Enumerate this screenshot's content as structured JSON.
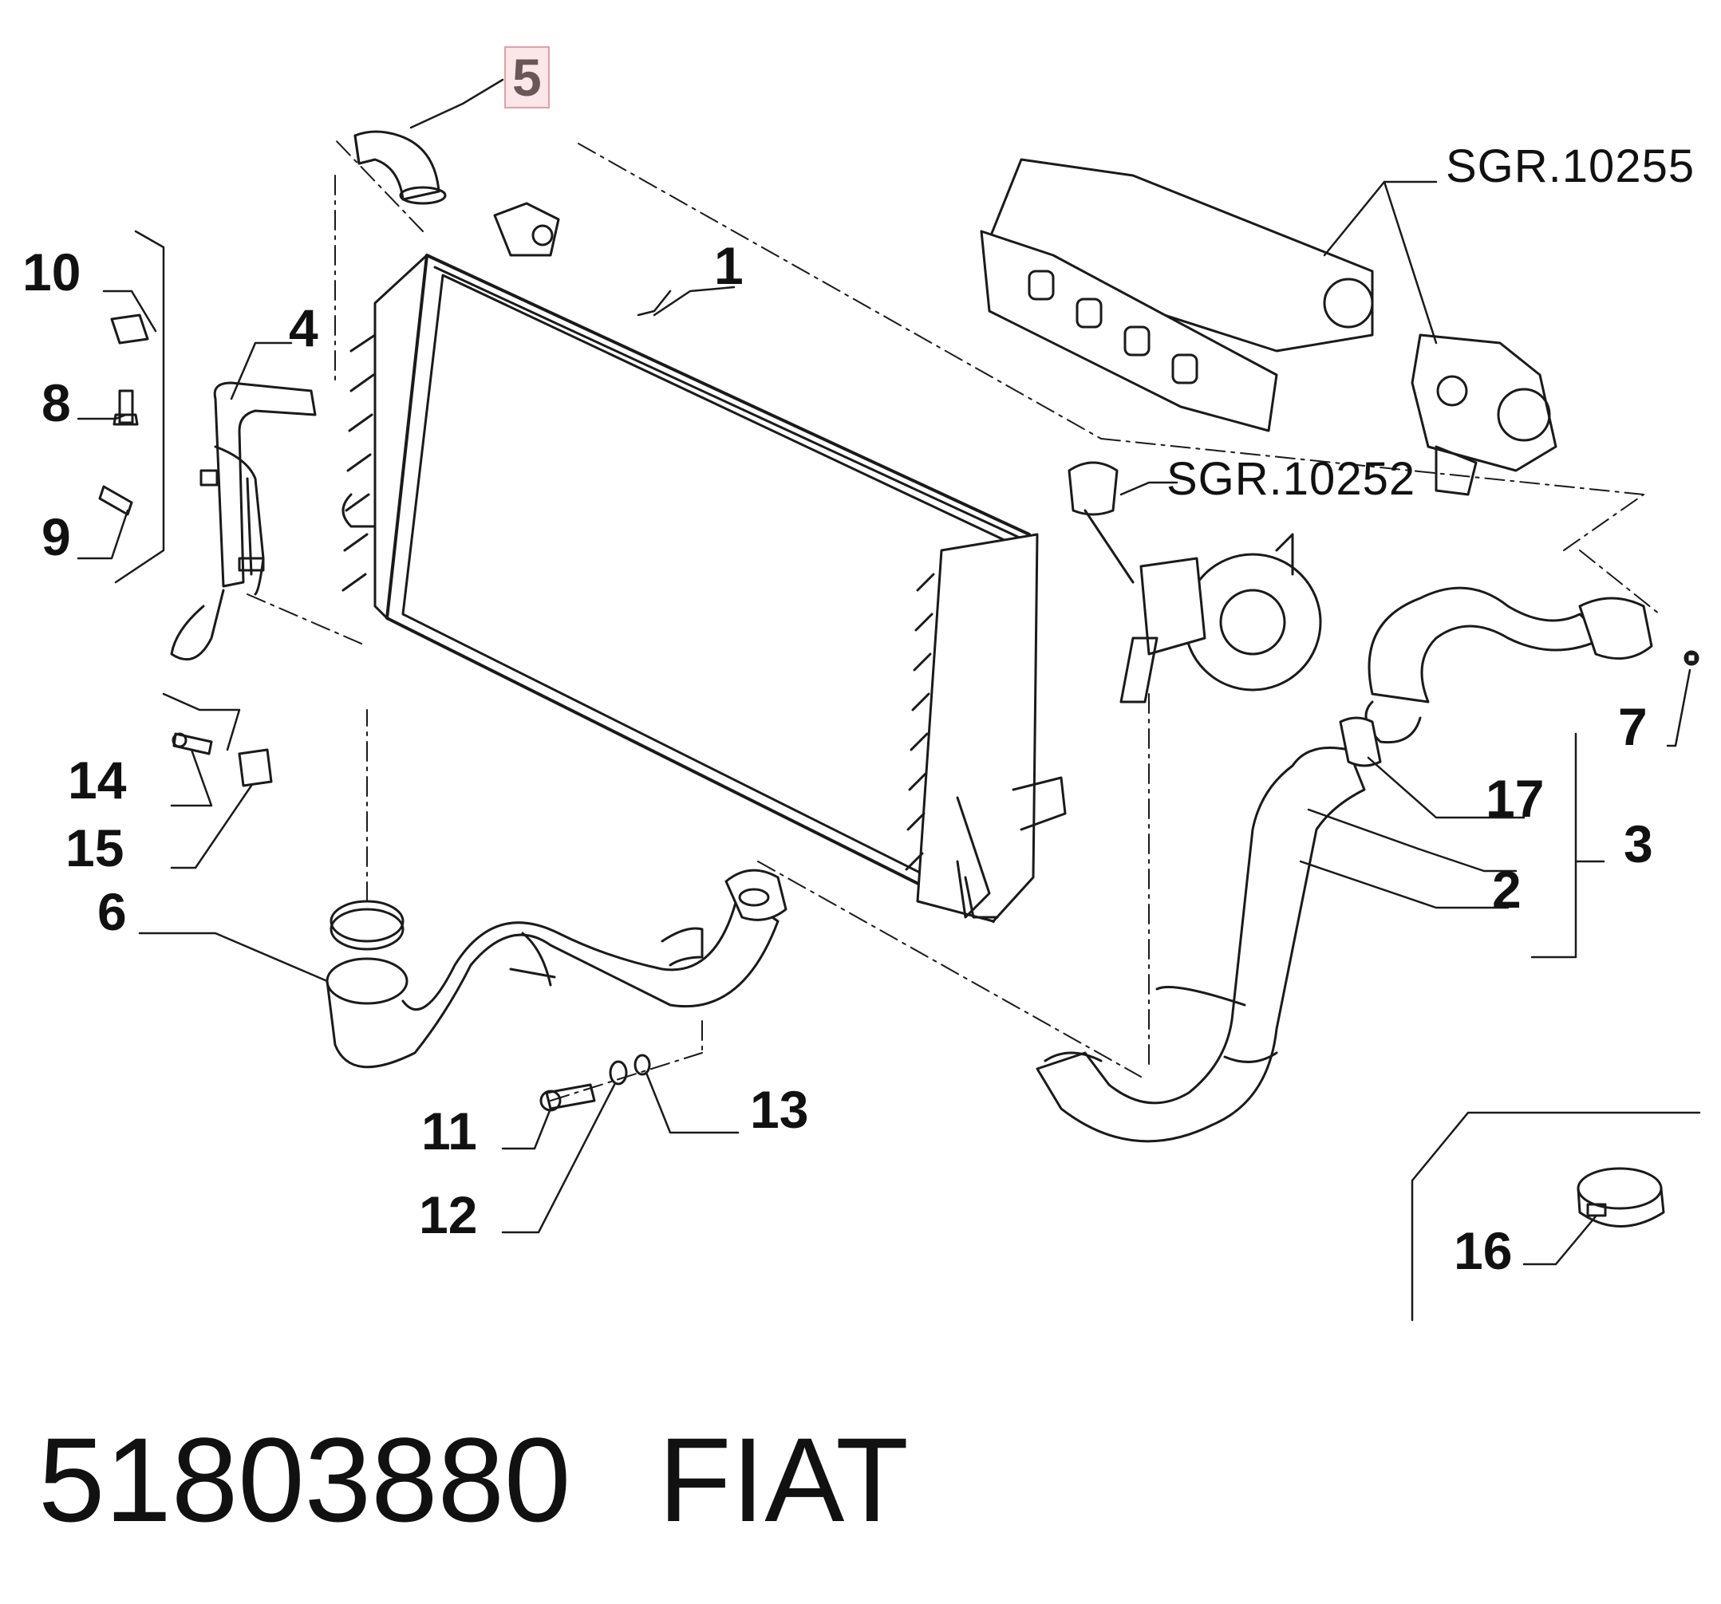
{
  "callouts": {
    "c1": "1",
    "c2": "2",
    "c3": "3",
    "c4": "4",
    "c5": "5",
    "c6": "6",
    "c7": "7",
    "c8": "8",
    "c9": "9",
    "c10": "10",
    "c11": "11",
    "c12": "12",
    "c13": "13",
    "c14": "14",
    "c15": "15",
    "c16": "16",
    "c17": "17"
  },
  "highlighted_callout": "5",
  "references": {
    "sgr_top": "SGR.10255",
    "sgr_mid": "SGR.10252"
  },
  "footer": {
    "part_number": "51803880",
    "brand": "FIAT"
  },
  "colors": {
    "line": "#1a1a1a",
    "highlight_fill": "#fbe6e8",
    "highlight_border": "#e0a0a4"
  }
}
